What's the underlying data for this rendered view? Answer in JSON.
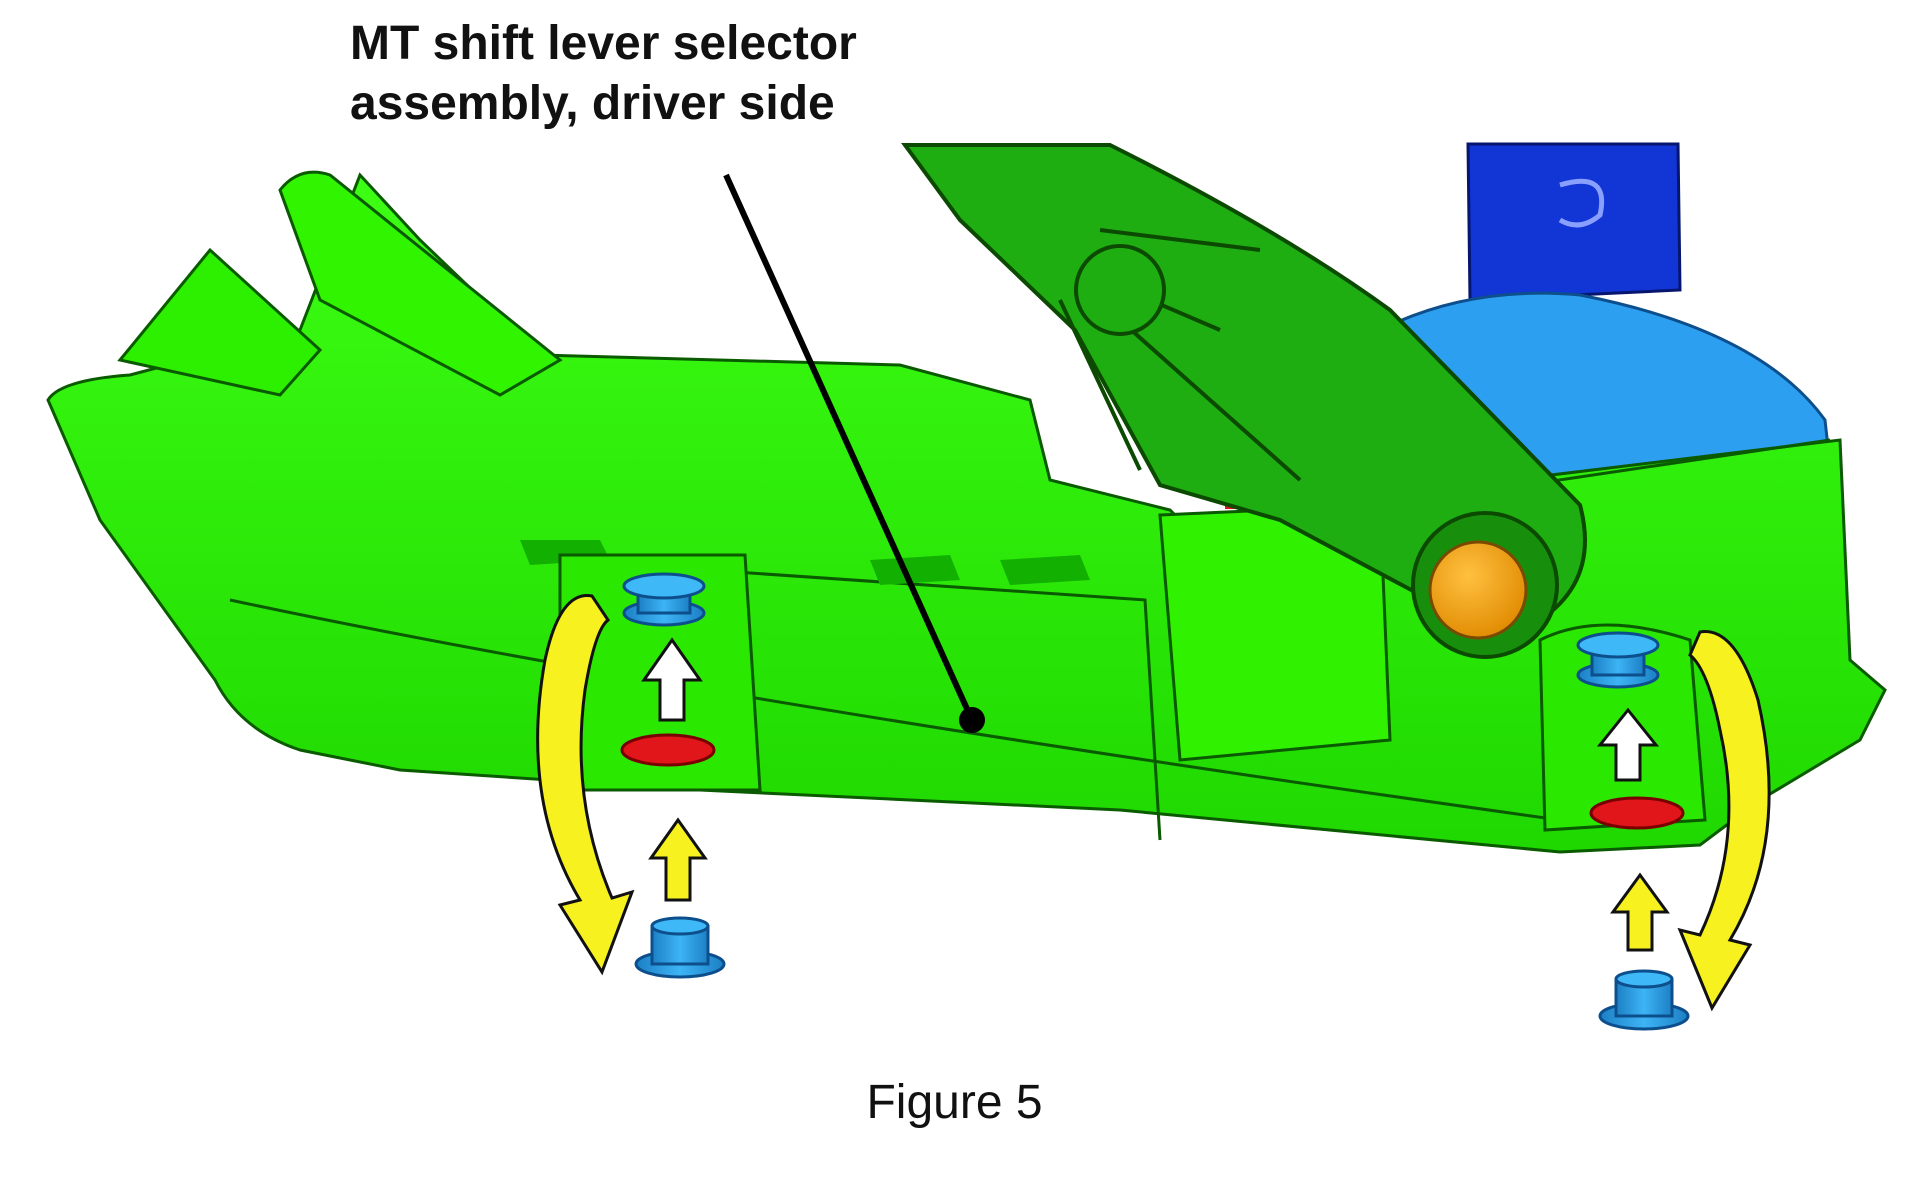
{
  "callout": {
    "line1": "MT shift lever selector",
    "line2": "assembly, driver side"
  },
  "caption": "Figure 5",
  "colors": {
    "housing": "#22ee00",
    "housing_dark": "#0b6a00",
    "lever": "#1fbf12",
    "bushing": "#2aa0e6",
    "seat_red": "#e0161a",
    "pivot_orange": "#f2a012",
    "bracket_blue": "#1030d0",
    "arrow_yellow": "#f7f21f",
    "arrow_white": "#ffffff"
  }
}
